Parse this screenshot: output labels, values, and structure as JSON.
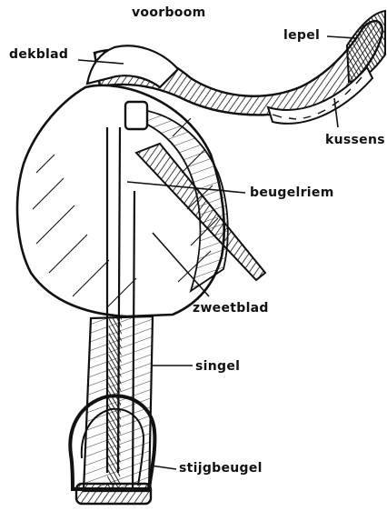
{
  "diagram": {
    "labels": {
      "voorboom": "voorboom",
      "lepel": "lepel",
      "dekblad": "dekblad",
      "kussens": "kussens",
      "beugelriem": "beugelriem",
      "zweetblad": "zweetblad",
      "singel": "singel",
      "stijgbeugel": "stijgbeugel"
    },
    "colors": {
      "ink": "#111111",
      "paper": "#ffffff"
    }
  }
}
